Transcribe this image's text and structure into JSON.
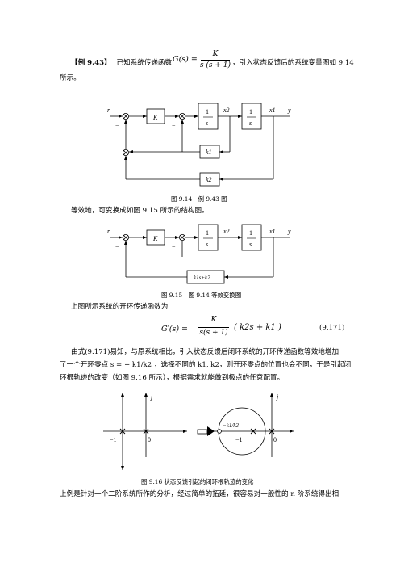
{
  "example": {
    "tag": "【例 9.43】",
    "lead": "已知系统传递函数",
    "G_lhs": "G(s) =",
    "G_num": "K",
    "G_den": "s (s + 1)",
    "tail": "，引入状态反馈后的系统变量图如 9.14",
    "line2": "所示。"
  },
  "fig914": {
    "labels": {
      "r": "r",
      "K": "K",
      "one1": "1",
      "s1": "s",
      "x2": "x2",
      "one2": "1",
      "s2": "s",
      "x1": "x1",
      "y": "y",
      "k1": "k1",
      "k2": "k2",
      "minus1": "−",
      "minus2": "−"
    },
    "caption": "图 9.14　例 9.43 图"
  },
  "para_equiv": "等效地，可变换成如图 9.15 所示的结构图。",
  "fig915": {
    "labels": {
      "r": "r",
      "K": "K",
      "one1": "1",
      "s1": "s",
      "x2": "x2",
      "one2": "1",
      "s2": "s",
      "x1": "x1",
      "y": "y",
      "fb": "k1s+k2",
      "minus1": "−",
      "minus2": "−"
    },
    "caption": "图 9.15　图 9.14 等效变换图"
  },
  "para_open": "上图所示系统的开环传递函数为",
  "eq": {
    "lhs": "G′(s) =",
    "num": "K",
    "den": "s(s + 1)",
    "factor": "( k2s + k1 )",
    "number": "(9.171)"
  },
  "para_main": [
    "由式(9.171)易知，与原系统相比，引入状态反馈后闭环系统的开环传递函数等效地增加",
    "了一个开环零点 s = − k1/k2 ，选择不同的 k1, k2，则开环零点的位置也会不同，于是引起闭",
    "环根轨迹的改变（如图 9.16 所示），根据需求就能做到极点的任意配置。"
  ],
  "fig916": {
    "left": {
      "j": "j",
      "m1": "−1",
      "zero": "0"
    },
    "right": {
      "j": "j",
      "m1": "−1",
      "zero": "0",
      "zero_label": "−k1/k2"
    },
    "caption": "图 9.16  状态反馈引起的闭环根轨迹的变化"
  },
  "para_last": "上例是针对一个二阶系统所作的分析，经过简单的拓延，很容易对一般性的 n 阶系统得出相"
}
